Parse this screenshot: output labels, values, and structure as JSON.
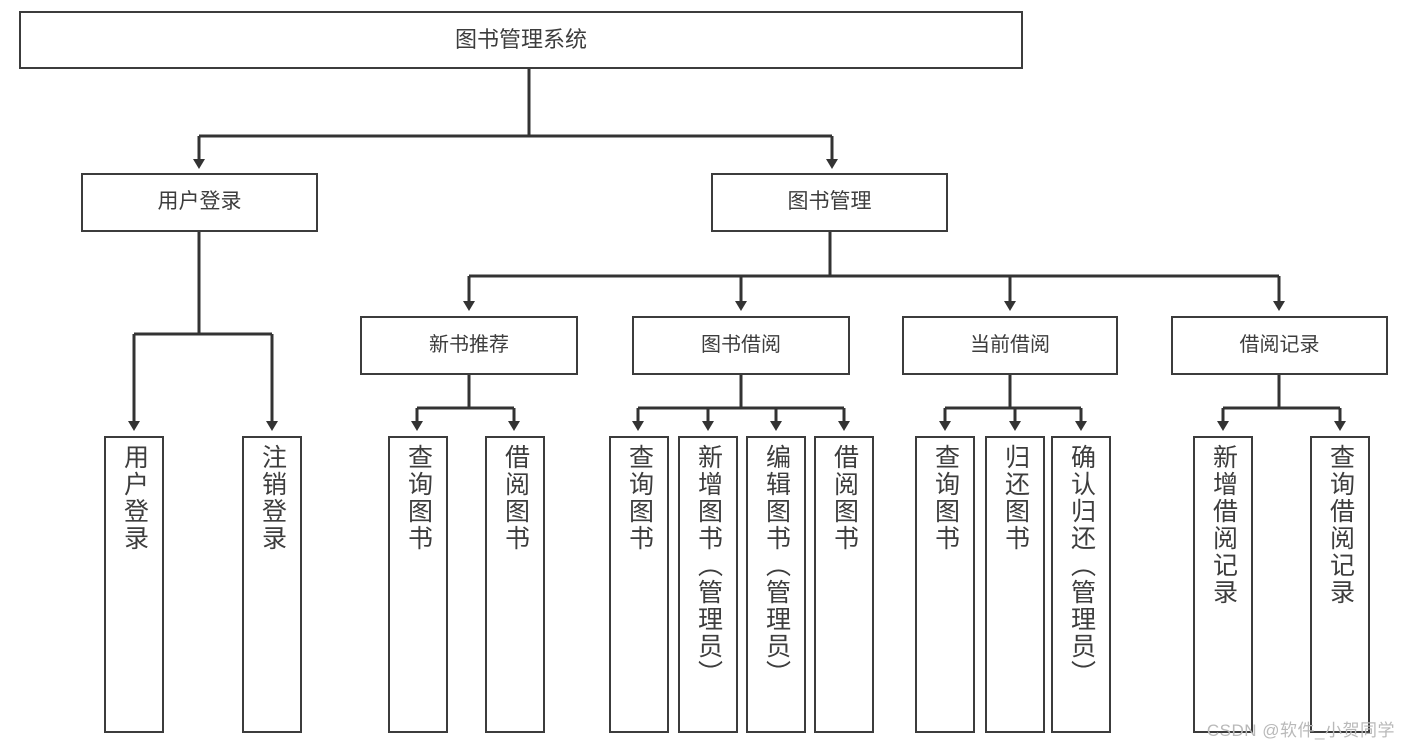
{
  "diagram": {
    "title": "图书管理系统",
    "type": "tree",
    "watermark": "CSDN @软件_小贺同学",
    "colors": {
      "box_border": "#3c3c3c",
      "box_fill": "#ffffff",
      "text": "#3d3d3d",
      "edge": "#333333",
      "watermark": "#b9b9b9",
      "background": "#ffffff"
    },
    "nodes": {
      "root": {
        "label": "图书管理系统"
      },
      "level1": [
        {
          "id": "user-login",
          "label": "用户登录"
        },
        {
          "id": "book-manage",
          "label": "图书管理"
        }
      ],
      "level2": [
        {
          "id": "new-book-recommend",
          "label": "新书推荐",
          "parent": "book-manage"
        },
        {
          "id": "book-borrow",
          "label": "图书借阅",
          "parent": "book-manage"
        },
        {
          "id": "current-borrow",
          "label": "当前借阅",
          "parent": "book-manage"
        },
        {
          "id": "borrow-record",
          "label": "借阅记录",
          "parent": "book-manage"
        }
      ],
      "leaves": [
        {
          "id": "leaf-user-login",
          "label": "用户登录",
          "parent": "user-login"
        },
        {
          "id": "leaf-logout-login",
          "label": "注销登录",
          "parent": "user-login"
        },
        {
          "id": "leaf-query-book-1",
          "label": "查询图书",
          "parent": "new-book-recommend"
        },
        {
          "id": "leaf-borrow-book-1",
          "label": "借阅图书",
          "parent": "new-book-recommend"
        },
        {
          "id": "leaf-query-book-2",
          "label": "查询图书",
          "parent": "book-borrow"
        },
        {
          "id": "leaf-add-book",
          "label": "新增图书（管理员）",
          "parent": "book-borrow"
        },
        {
          "id": "leaf-edit-book",
          "label": "编辑图书（管理员）",
          "parent": "book-borrow"
        },
        {
          "id": "leaf-borrow-book-2",
          "label": "借阅图书",
          "parent": "book-borrow"
        },
        {
          "id": "leaf-query-book-3",
          "label": "查询图书",
          "parent": "current-borrow"
        },
        {
          "id": "leaf-return-book",
          "label": "归还图书",
          "parent": "current-borrow"
        },
        {
          "id": "leaf-confirm-return",
          "label": "确认归还（管理员）",
          "parent": "current-borrow"
        },
        {
          "id": "leaf-add-record",
          "label": "新增借阅记录",
          "parent": "borrow-record"
        },
        {
          "id": "leaf-query-record",
          "label": "查询借阅记录",
          "parent": "borrow-record"
        }
      ]
    }
  }
}
